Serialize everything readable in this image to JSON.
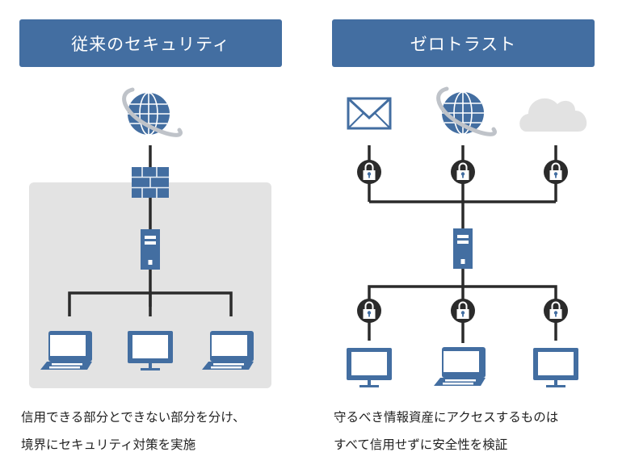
{
  "colors": {
    "accent": "#436ea1",
    "line": "#2b2b2b",
    "perimeter_zone": "#e3e3e3",
    "cloud": "#e2e2e2",
    "ring": "#bfc3c9",
    "lock_badge": "#2b2b2b"
  },
  "left_panel": {
    "title": "従来のセキュリティ",
    "top_node": "globe-icon",
    "gateway": "firewall-icon",
    "hub": "server-icon",
    "endpoints": [
      "laptop-icon",
      "monitor-icon",
      "laptop-icon"
    ],
    "caption": [
      "信用できる部分とできない部分を分け、",
      "境界にセキュリティ対策を実施"
    ]
  },
  "right_panel": {
    "title": "ゼロトラスト",
    "resources": [
      "mail-icon",
      "globe-icon",
      "cloud-icon"
    ],
    "resource_checks": [
      "lock-icon",
      "lock-icon",
      "lock-icon"
    ],
    "hub": "server-icon",
    "endpoint_checks": [
      "lock-icon",
      "lock-icon",
      "lock-icon"
    ],
    "endpoints": [
      "monitor-icon",
      "laptop-icon",
      "monitor-icon"
    ],
    "caption": [
      "守るべき情報資産にアクセスするものは",
      "すべて信用せずに安全性を検証"
    ]
  }
}
